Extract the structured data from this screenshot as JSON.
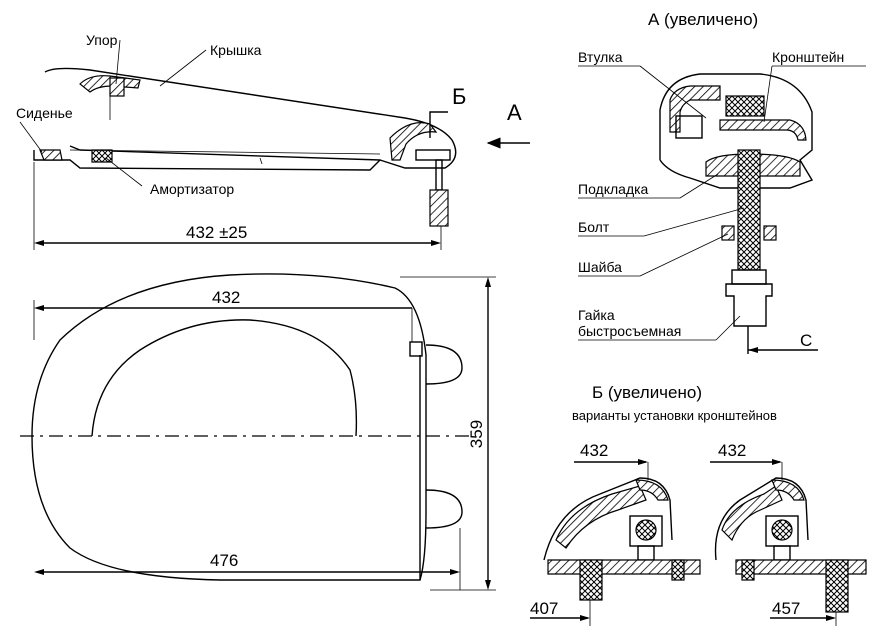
{
  "side_view": {
    "labels": {
      "stop": "Упор",
      "lid": "Крышка",
      "seat": "Сиденье",
      "damper": "Амортизатор",
      "view_b": "Б",
      "view_a": "А"
    },
    "dimension": "432 ±25"
  },
  "top_view": {
    "dim_top": "432",
    "dim_bottom": "476",
    "dim_height": "359"
  },
  "detail_a": {
    "title": "А (увеличено)",
    "labels": {
      "bushing": "Втулка",
      "bracket": "Кронштейн",
      "pad": "Подкладка",
      "bolt": "Болт",
      "washer": "Шайба",
      "nut_line1": "Гайка",
      "nut_line2": "быстросъемная",
      "c_mark": "С"
    }
  },
  "detail_b": {
    "title": "Б (увеличено)",
    "subtitle": "варианты установки кронштейнов",
    "left_top": "432",
    "left_bottom": "407",
    "right_top": "432",
    "right_bottom": "457"
  }
}
